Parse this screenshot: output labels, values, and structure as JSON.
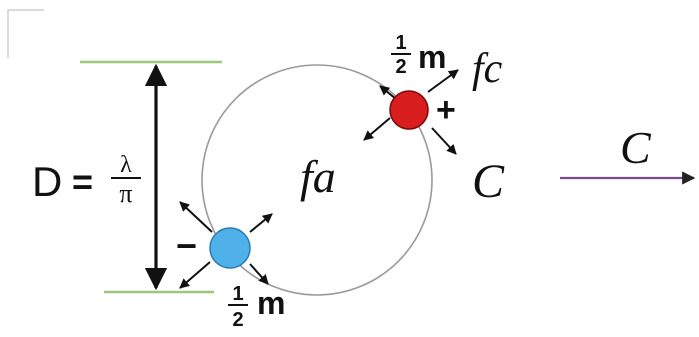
{
  "diagram": {
    "diameter": {
      "lhs": "D",
      "equals": "=",
      "numerator": "λ",
      "denominator": "π"
    },
    "top_particle": {
      "mass_numerator": "1",
      "mass_denominator": "2",
      "mass_unit": "m",
      "charge": "+",
      "force_label": "fc",
      "velocity_label": "C",
      "color": "#d81e1e"
    },
    "bottom_particle": {
      "mass_numerator": "1",
      "mass_denominator": "2",
      "mass_unit": "m",
      "charge": "−",
      "color": "#4fb0ea"
    },
    "orbit_force_label": "fa",
    "direction_label": "C",
    "colors": {
      "orbit": "#9a9a9a",
      "guide_line": "#9cc77a",
      "arrow_line": "#7a4d8a",
      "ink": "#111111"
    }
  }
}
